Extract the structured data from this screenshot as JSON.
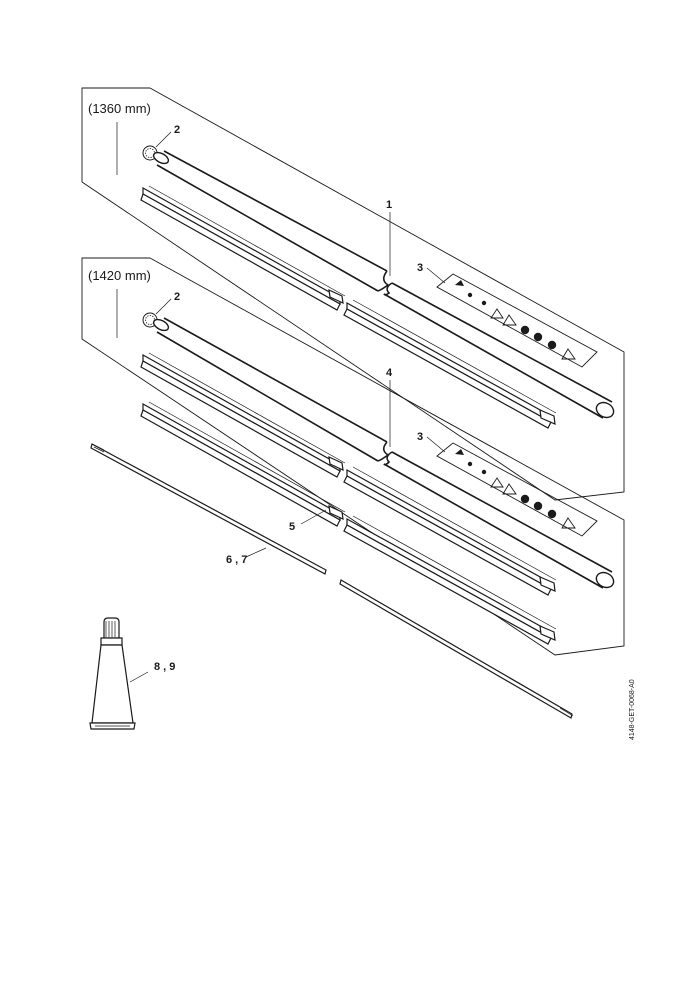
{
  "diagram": {
    "box_top_title": "(1360 mm)",
    "box_bottom_title": "(1420 mm)",
    "callouts": {
      "tube_top": "1",
      "washer_top": "2",
      "decal_top": "3",
      "washer_bottom": "2",
      "decal_bottom": "3",
      "tube_bottom": "4",
      "liner": "5",
      "shaft": "6 , 7",
      "grease": "8 , 9"
    },
    "reference_code": "4148-GET-0068-A0"
  }
}
